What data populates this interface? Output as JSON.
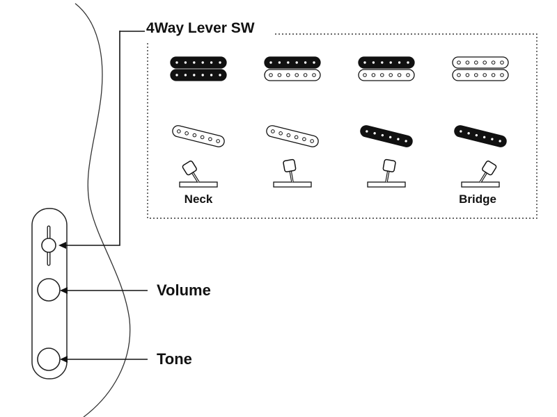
{
  "diagram": {
    "title": "4Way Lever SW",
    "controls": [
      {
        "label": "Volume"
      },
      {
        "label": "Tone"
      }
    ],
    "positions": [
      {
        "label": "Neck",
        "humbucker": "both",
        "single": "off",
        "lever": "neck"
      },
      {
        "label": "",
        "humbucker": "top",
        "single": "off",
        "lever": "mid-neck"
      },
      {
        "label": "",
        "humbucker": "top",
        "single": "on",
        "lever": "mid-bridge"
      },
      {
        "label": "Bridge",
        "humbucker": "off",
        "single": "on",
        "lever": "bridge"
      }
    ],
    "colors": {
      "ink": "#111111",
      "paper": "#ffffff"
    }
  }
}
